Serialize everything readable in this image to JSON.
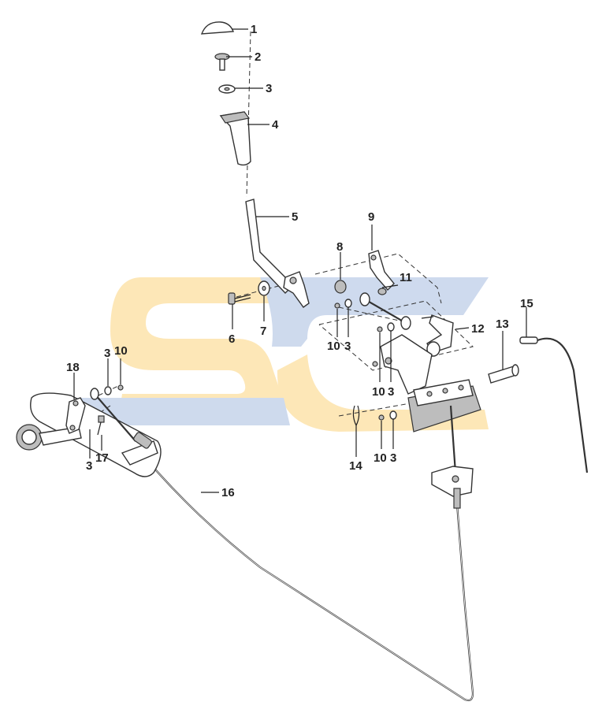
{
  "diagram": {
    "watermark": {
      "gold_color": "#fde5b0",
      "blue_color": "#c9d6ec"
    },
    "callouts": {
      "c1": "1",
      "c2": "2",
      "c3": "3",
      "c4": "4",
      "c5": "5",
      "c6": "6",
      "c7": "7",
      "c8": "8",
      "c9": "9",
      "c10a": "10",
      "c3b": "3",
      "c11": "11",
      "c12": "12",
      "c13": "13",
      "c15": "15",
      "c10b": "10",
      "c3c": "3",
      "c14": "14",
      "c10c": "10",
      "c3d": "3",
      "c3e": "3",
      "c10d": "10",
      "c18": "18",
      "c3f": "3",
      "c17": "17",
      "c16": "16"
    }
  }
}
